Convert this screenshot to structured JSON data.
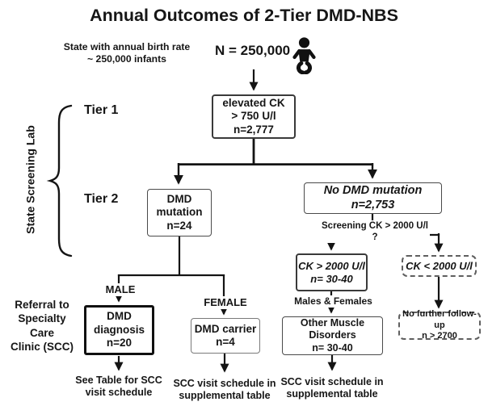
{
  "title": "Annual Outcomes of 2-Tier DMD-NBS",
  "population": {
    "note": "State with annual birth rate\n~ 250,000 infants",
    "count": "N = 250,000",
    "icon": "baby-icon"
  },
  "sidebar": {
    "tier1": "Tier 1",
    "tier2": "Tier 2",
    "lab": "State Screening Lab",
    "referral": "Referral to\nSpecialty\nCare\nClinic (SCC)"
  },
  "nodes": {
    "elevated_ck": "elevated CK\n> 750 U/l\nn=2,777",
    "dmd_mutation": "DMD\nmutation\nn=24",
    "no_dmd_mutation": "No DMD mutation\nn=2,753",
    "ck_above_2000": "CK > 2000 U/l\nn= 30-40",
    "ck_below_2000": "CK < 2000 U/l",
    "dmd_diagnosis": "DMD\ndiagnosis\nn=20",
    "dmd_carrier": "DMD carrier\nn=4",
    "other_muscle": "Other Muscle\nDisorders\nn= 30-40",
    "no_followup": "No further follow-up\nn > 2700"
  },
  "branch_labels": {
    "male": "MALE",
    "female": "FEMALE",
    "screening_question": "Screening CK > 2000 U/l ?",
    "males_females": "Males & Females"
  },
  "footnotes": {
    "diagnosis": "See Table for SCC\nvisit schedule",
    "carrier": "SCC visit schedule in\nsupplemental table",
    "other": "SCC visit schedule in\nsupplemental table"
  },
  "colors": {
    "background": "#ffffff",
    "text": "#161616",
    "line": "#141414",
    "border": "#4a4a4a",
    "border_dark": "#3a3a3a",
    "border_thick": "#101010",
    "border_light": "#7a7a7a",
    "dashed_border": "#5f5f5f"
  }
}
